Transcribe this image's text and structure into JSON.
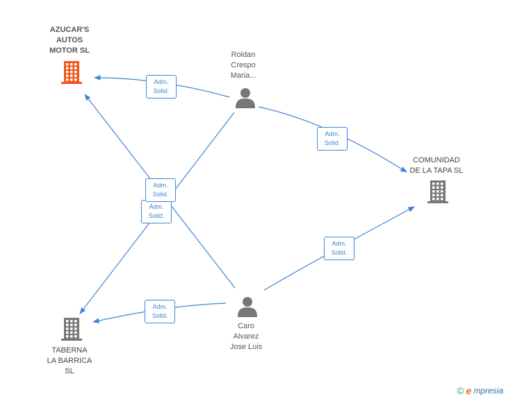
{
  "nodes": {
    "azucars": {
      "label": "AZUCAR'S\nAUTOS\nMOTOR  SL",
      "color": "#f0571e"
    },
    "comunidad": {
      "label": "COMUNIDAD\nDE LA TAPA  SL",
      "color": "#777777"
    },
    "taberna": {
      "label": "TABERNA\nLA BARRICA\nSL",
      "color": "#777777"
    },
    "roldan": {
      "label": "Roldan\nCrespo\nMaria..."
    },
    "caro": {
      "label": "Caro\nAlvarez\nJose Luis"
    }
  },
  "edges": [
    {
      "from": "roldan",
      "to": "azucars",
      "label": "Adm.\nSolid."
    },
    {
      "from": "roldan",
      "to": "comunidad",
      "label": "Adm.\nSolid."
    },
    {
      "from": "roldan",
      "to": "taberna",
      "label": "Adm.\nSolid."
    },
    {
      "from": "caro",
      "to": "azucars",
      "label": "Adm.\nSolid."
    },
    {
      "from": "caro",
      "to": "comunidad",
      "label": "Adm.\nSolid."
    },
    {
      "from": "caro",
      "to": "taberna",
      "label": "Adm.\nSolid."
    }
  ],
  "colors": {
    "edge": "#3f84d4",
    "person": "#777777"
  },
  "footer": {
    "copyright": "©",
    "brand_initial": "e",
    "brand_rest": "mpresia"
  }
}
